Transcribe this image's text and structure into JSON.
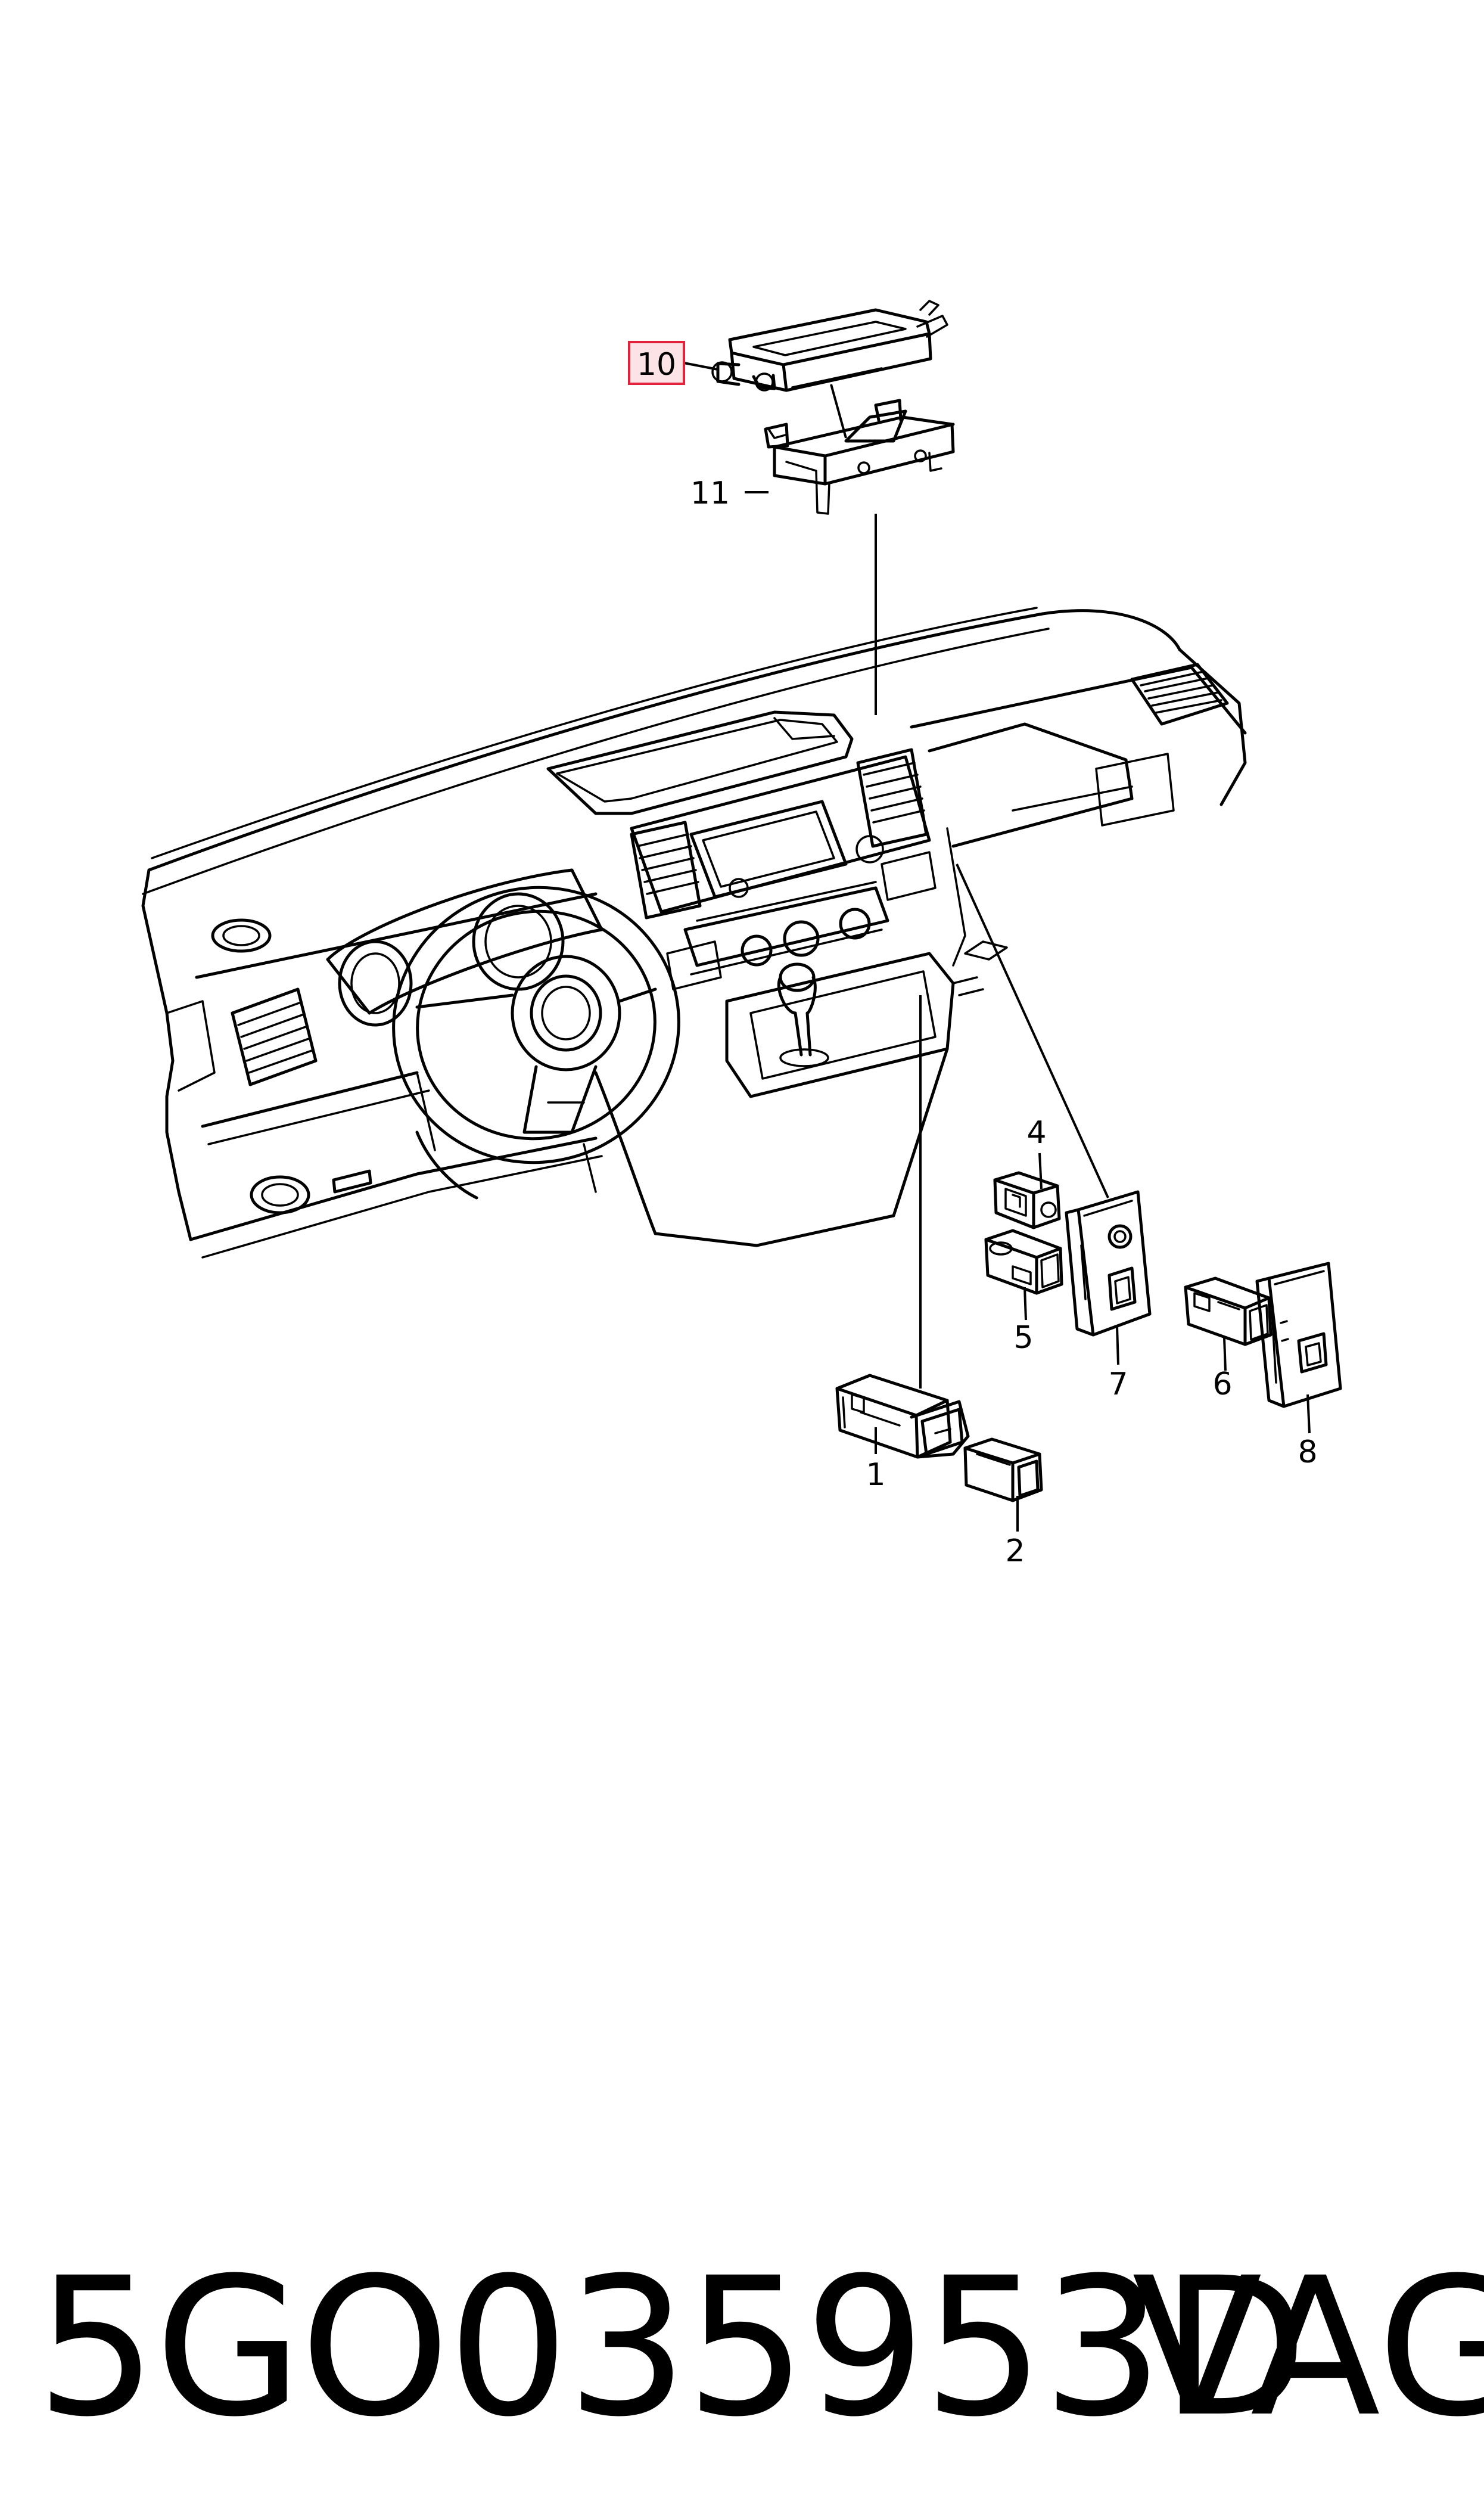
{
  "diagram": {
    "callouts": [
      {
        "id": "1",
        "label": "1"
      },
      {
        "id": "2",
        "label": "2"
      },
      {
        "id": "4",
        "label": "4"
      },
      {
        "id": "5",
        "label": "5"
      },
      {
        "id": "6",
        "label": "6"
      },
      {
        "id": "7",
        "label": "7"
      },
      {
        "id": "8",
        "label": "8"
      },
      {
        "id": "10",
        "label": "10",
        "highlighted": true
      },
      {
        "id": "11",
        "label": "11"
      }
    ],
    "colors": {
      "line": "#000000",
      "background": "#ffffff",
      "highlight_border": "#e3233c",
      "highlight_fill": "#fbe3e6"
    }
  },
  "footer": {
    "part_number": "5GO035953D",
    "brand": "VAG"
  }
}
